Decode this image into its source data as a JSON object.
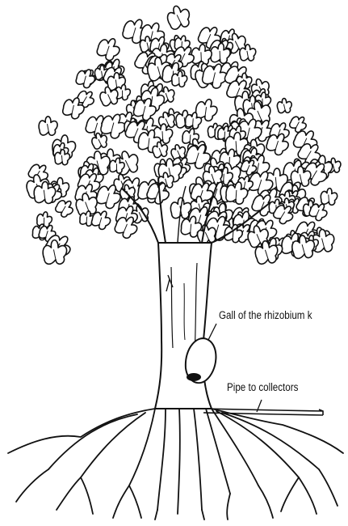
{
  "labels": {
    "gall": "Gall of the rhizobium k",
    "pipe": "Pipe to collectors"
  },
  "colors": {
    "ink": "#111111",
    "paper": "#ffffff"
  },
  "icons": {
    "tree": "tree-illustration",
    "gall": "gall-swelling",
    "pipe": "pipe-line"
  }
}
